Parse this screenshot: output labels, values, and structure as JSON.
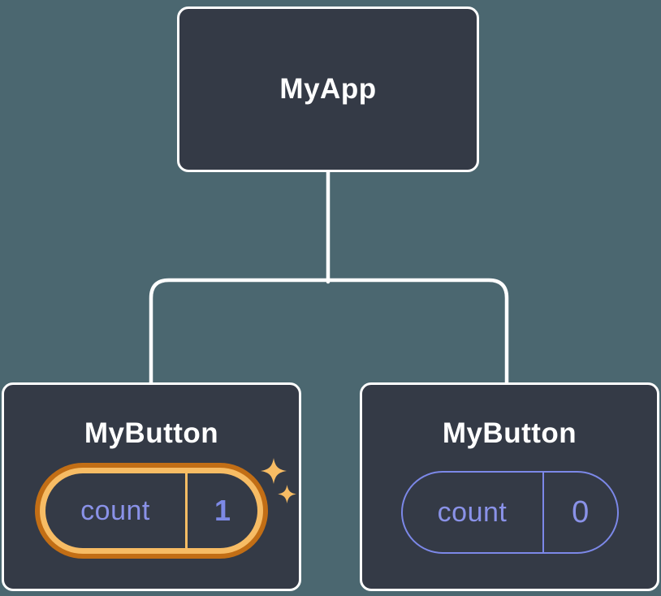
{
  "diagram": {
    "description": "React component tree with state",
    "background_color": "#4B6770",
    "node_color": "#343A46",
    "node_border_color": "#FFFFFF",
    "accent_orange_dark": "#C26E15",
    "accent_orange_light": "#F7BC64",
    "accent_purple": "#8A92E8",
    "root": {
      "label": "MyApp"
    },
    "children": [
      {
        "label": "MyButton",
        "state": {
          "key": "count",
          "value": "1"
        },
        "highlighted": true,
        "icon": "sparkle-icon"
      },
      {
        "label": "MyButton",
        "state": {
          "key": "count",
          "value": "0"
        },
        "highlighted": false
      }
    ]
  }
}
